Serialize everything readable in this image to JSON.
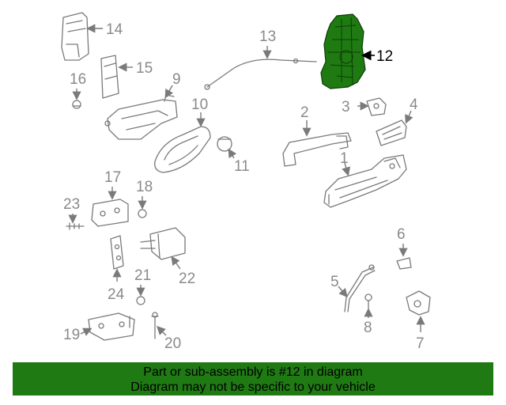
{
  "diagram": {
    "highlight_color": "#1f7a12",
    "callouts": {
      "c1": "1",
      "c2": "2",
      "c3": "3",
      "c4": "4",
      "c5": "5",
      "c6": "6",
      "c7": "7",
      "c8": "8",
      "c9": "9",
      "c10": "10",
      "c11": "11",
      "c12": "12",
      "c13": "13",
      "c14": "14",
      "c15": "15",
      "c16": "16",
      "c17": "17",
      "c18": "18",
      "c19": "19",
      "c20": "20",
      "c21": "21",
      "c22": "22",
      "c23": "23",
      "c24": "24"
    }
  },
  "banner": {
    "line1": "Part or sub-assembly is #12 in diagram",
    "line2": "Diagram may not be specific to your vehicle",
    "background": "#207a14"
  }
}
